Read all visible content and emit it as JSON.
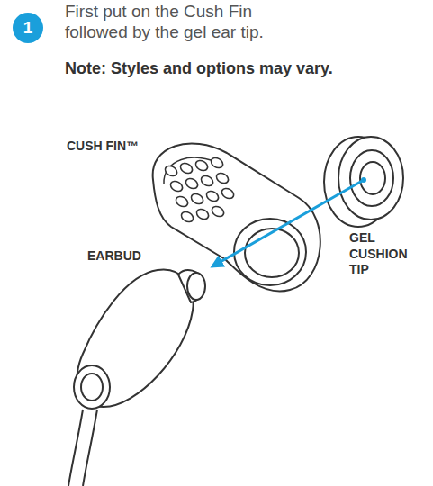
{
  "diagram": {
    "nodes": [
      {
        "text": [
          "1"
        ]
      }
    ],
    "labels": [
      "First put on the Cush Fin followed by the gel ear tip.",
      "Note: Styles and options may vary.",
      "CUSH FIN™",
      "EARBUD",
      "GEL CUSHION TIP"
    ]
  }
}
